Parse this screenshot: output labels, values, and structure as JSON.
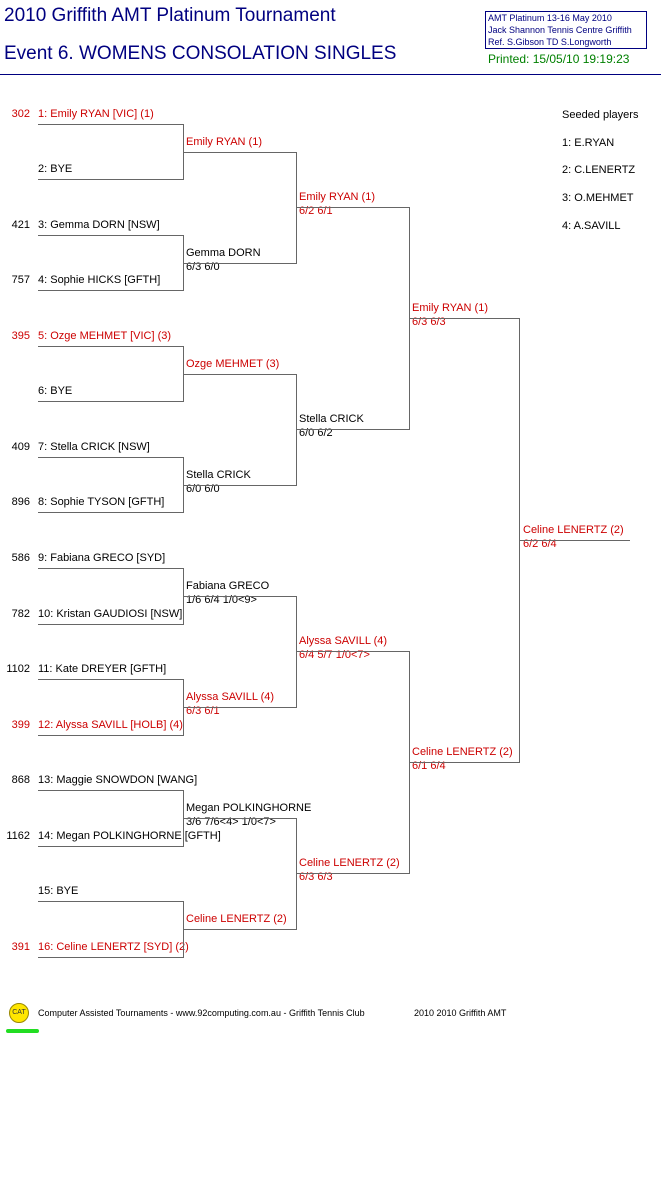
{
  "header": {
    "title": "2010 Griffith AMT Platinum Tournament",
    "event": "Event 6. WOMENS CONSOLATION SINGLES",
    "info_line1": "AMT Platinum    13-16 May 2010",
    "info_line2": "Jack Shannon Tennis Centre    Griffith",
    "info_line3": "Ref. S.Gibson TD S.Longworth",
    "printed": "Printed: 15/05/10 19:19:23"
  },
  "entries": [
    {
      "rank": "302",
      "name": "1: Emily RYAN [VIC] (1)",
      "seeded": true
    },
    {
      "rank": "",
      "name": "2: BYE",
      "seeded": false
    },
    {
      "rank": "421",
      "name": "3: Gemma DORN [NSW]",
      "seeded": false
    },
    {
      "rank": "757",
      "name": "4: Sophie HICKS [GFTH]",
      "seeded": false
    },
    {
      "rank": "395",
      "name": "5: Ozge MEHMET [VIC] (3)",
      "seeded": true
    },
    {
      "rank": "",
      "name": "6: BYE",
      "seeded": false
    },
    {
      "rank": "409",
      "name": "7: Stella CRICK [NSW]",
      "seeded": false
    },
    {
      "rank": "896",
      "name": "8: Sophie TYSON [GFTH]",
      "seeded": false
    },
    {
      "rank": "586",
      "name": "9: Fabiana GRECO [SYD]",
      "seeded": false
    },
    {
      "rank": "782",
      "name": "10: Kristan GAUDIOSI [NSW]",
      "seeded": false
    },
    {
      "rank": "1102",
      "name": "11: Kate DREYER [GFTH]",
      "seeded": false
    },
    {
      "rank": "399",
      "name": "12: Alyssa SAVILL [HOLB] (4)",
      "seeded": true
    },
    {
      "rank": "868",
      "name": "13: Maggie SNOWDON [WANG]",
      "seeded": false
    },
    {
      "rank": "1162",
      "name": "14: Megan POLKINGHORNE [GFTH]",
      "seeded": false
    },
    {
      "rank": "",
      "name": "15: BYE",
      "seeded": false
    },
    {
      "rank": "391",
      "name": "16: Celine LENERTZ [SYD] (2)",
      "seeded": true
    }
  ],
  "round2": [
    {
      "name": "Emily RYAN (1)",
      "score": "",
      "seeded": true
    },
    {
      "name": "Gemma DORN",
      "score": "6/3 6/0",
      "seeded": false
    },
    {
      "name": "Ozge MEHMET (3)",
      "score": "",
      "seeded": true
    },
    {
      "name": "Stella CRICK",
      "score": "6/0 6/0",
      "seeded": false
    },
    {
      "name": "Fabiana GRECO",
      "score": "1/6 6/4 1/0<9>",
      "seeded": false
    },
    {
      "name": "Alyssa SAVILL (4)",
      "score": "6/3 6/1",
      "seeded": true
    },
    {
      "name": "Megan POLKINGHORNE",
      "score": "3/6 7/6<4>  1/0<7>",
      "seeded": false
    },
    {
      "name": "Celine LENERTZ (2)",
      "score": "",
      "seeded": true
    }
  ],
  "quarterfinals": [
    {
      "name": "Emily RYAN (1)",
      "score": "6/2 6/1",
      "seeded": true
    },
    {
      "name": "Stella CRICK",
      "score": "6/0 6/2",
      "seeded": false
    },
    {
      "name": "Alyssa SAVILL (4)",
      "score": "6/4 5/7 1/0<7>",
      "seeded": true
    },
    {
      "name": "Celine LENERTZ (2)",
      "score": "6/3 6/3",
      "seeded": true
    }
  ],
  "semifinals": [
    {
      "name": "Emily RYAN (1)",
      "score": "6/3 6/3",
      "seeded": true
    },
    {
      "name": "Celine LENERTZ (2)",
      "score": "6/1 6/4",
      "seeded": true
    }
  ],
  "final": {
    "name": "Celine LENERTZ (2)",
    "score": "6/2 6/4",
    "seeded": true
  },
  "seeds": {
    "heading": "Seeded players",
    "items": [
      "1: E.RYAN",
      "2: C.LENERTZ",
      "3: O.MEHMET",
      "4: A.SAVILL"
    ]
  },
  "footer": {
    "logo_text": "CAT",
    "credit": "Computer Assisted Tournaments - www.92computing.com.au -  Griffith Tennis Club",
    "event_name": "2010 2010 Griffith AMT"
  }
}
